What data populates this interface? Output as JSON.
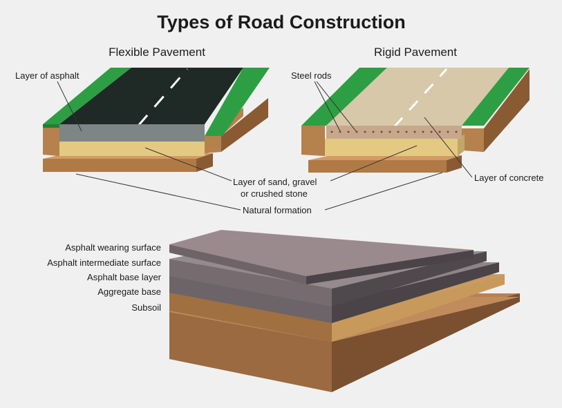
{
  "title": "Types of Road Construction",
  "flexible": {
    "heading": "Flexible Pavement",
    "asphalt_label": "Layer of asphalt"
  },
  "rigid": {
    "heading": "Rigid Pavement",
    "steel_label": "Steel rods",
    "concrete_label": "Layer of concrete"
  },
  "shared": {
    "sand_line1": "Layer of sand, gravel",
    "sand_line2": "or crushed stone",
    "natural_label": "Natural formation"
  },
  "layers": {
    "items": [
      "Asphalt wearing surface",
      "Asphalt intermediate surface",
      "Asphalt base layer",
      "Aggregate base",
      "Subsoil"
    ]
  },
  "colors": {
    "background": "#f0f0f0",
    "grass": "#2e9e44",
    "asphalt": "#1f2a26",
    "concrete": "#d6c8a8",
    "sand": "#e3c781",
    "soil": "#b5814c",
    "wearing_surface": "#9a8a8e"
  }
}
